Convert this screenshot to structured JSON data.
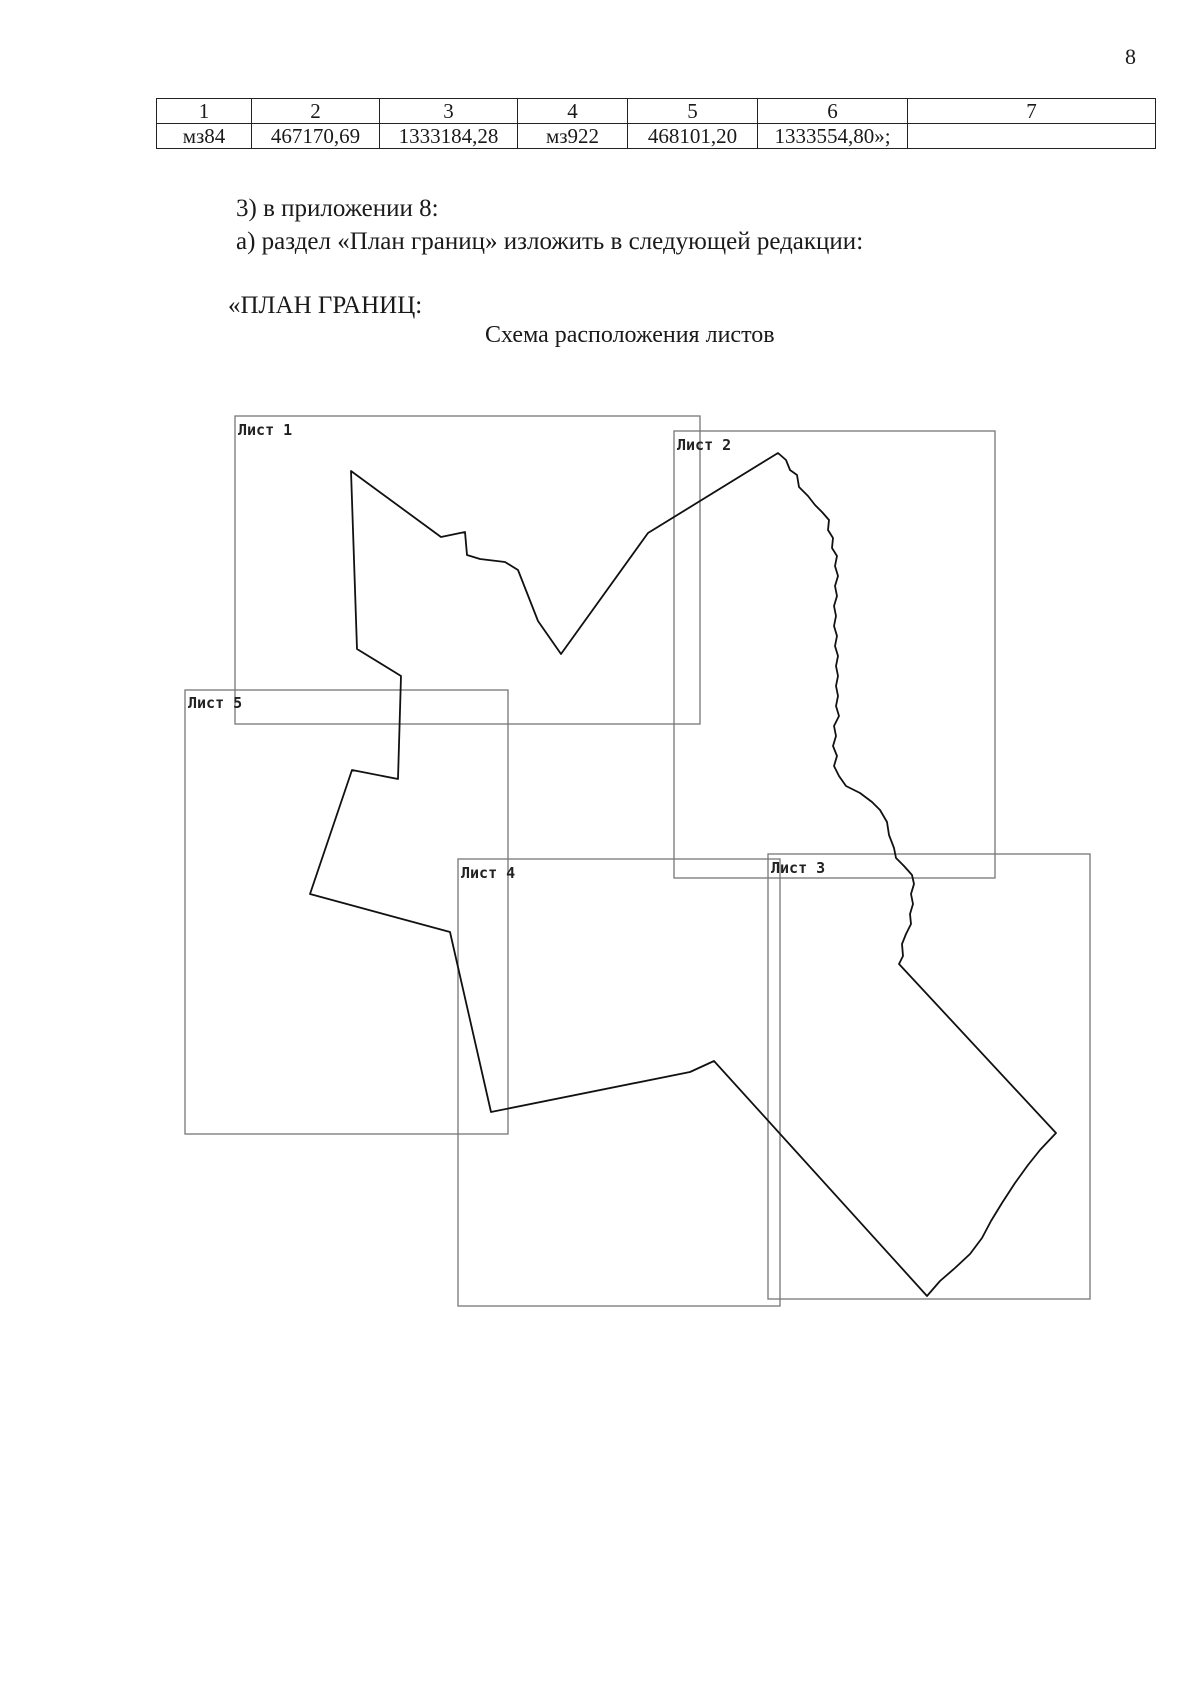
{
  "page_number": "8",
  "table": {
    "header": [
      "1",
      "2",
      "3",
      "4",
      "5",
      "6",
      "7"
    ],
    "rows": [
      [
        "мз84",
        "467170,69",
        "1333184,28",
        "мз922",
        "468101,20",
        "1333554,80»;",
        ""
      ]
    ]
  },
  "text": {
    "item3": "3)  в приложении 8:",
    "item_a": "а) раздел «План границ» изложить в следующей редакции:",
    "plan_heading": "«ПЛАН ГРАНИЦ:",
    "scheme_caption": "Схема расположения листов"
  },
  "sheets": [
    {
      "label": "Лист 1"
    },
    {
      "label": "Лист 2"
    },
    {
      "label": "Лист 3"
    },
    {
      "label": "Лист 4"
    },
    {
      "label": "Лист 5"
    }
  ]
}
